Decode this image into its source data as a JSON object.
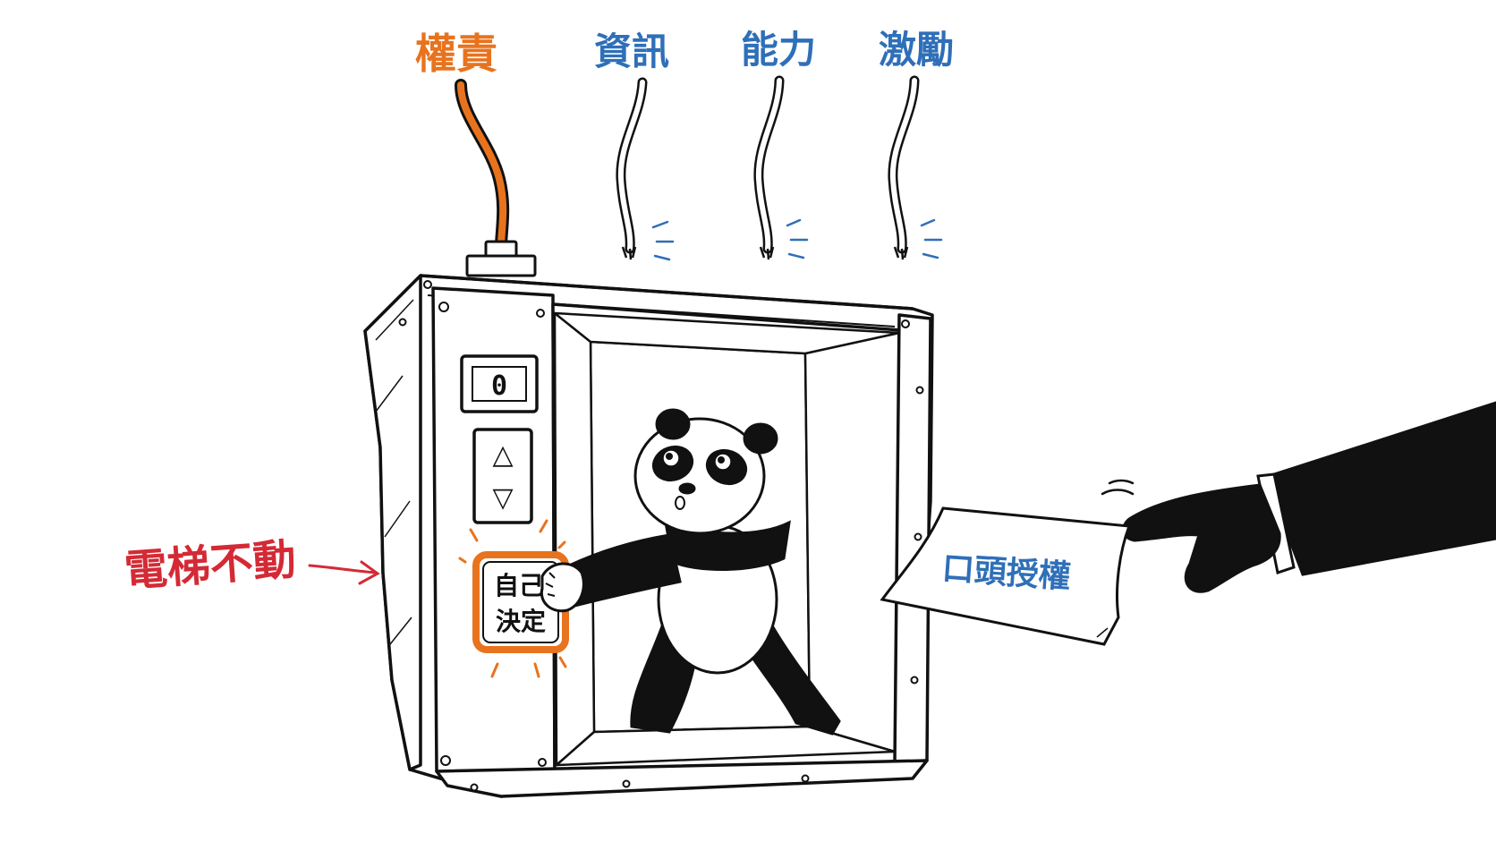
{
  "labels": {
    "responsibility": "權責",
    "information": "資訊",
    "capability": "能力",
    "incentive": "激勵",
    "elevator_stuck": "電梯不動",
    "verbal_authorization": "口頭授權"
  },
  "panel": {
    "floor_display": "0",
    "up_symbol": "△",
    "down_symbol": "▽",
    "decide_line1": "自己",
    "decide_line2": "決定"
  },
  "colors": {
    "orange": "#e8731e",
    "blue": "#2f6fb8",
    "red": "#d42a35",
    "ink": "#111111"
  }
}
